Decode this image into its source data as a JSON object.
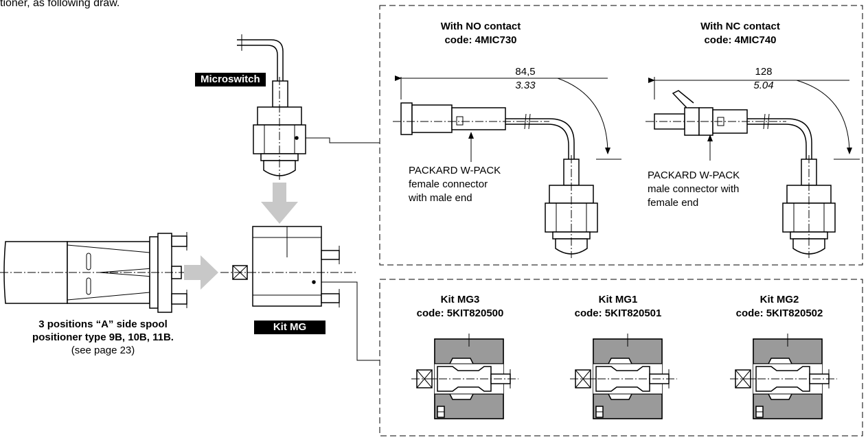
{
  "header_fragment": "tioner, as following draw.",
  "tags": {
    "microswitch": "Microswitch",
    "kit_mg": "Kit MG"
  },
  "positioner": {
    "line1": "3 positions “A” side spool",
    "line2": "positioner type 9B, 10B, 11B.",
    "line3": "(see page 23)"
  },
  "no_contact": {
    "title": "With NO contact",
    "code": "code: 4MIC730",
    "dim_mm": "84,5",
    "dim_in": "3.33",
    "note": [
      "PACKARD W-PACK",
      "female connector",
      "with male end"
    ]
  },
  "nc_contact": {
    "title": "With NC contact",
    "code": "code: 4MIC740",
    "dim_mm": "128",
    "dim_in": "5.04",
    "note": [
      "PACKARD W-PACK",
      "male connector with",
      "female end"
    ]
  },
  "kits": [
    {
      "name": "Kit MG3",
      "code": "code: 5KIT820500"
    },
    {
      "name": "Kit MG1",
      "code": "code: 5KIT820501"
    },
    {
      "name": "Kit MG2",
      "code": "code: 5KIT820502"
    }
  ],
  "colors": {
    "arrow_fill": "#c8c8c8",
    "hatch": "#9a9a9a",
    "ink": "#000000"
  }
}
